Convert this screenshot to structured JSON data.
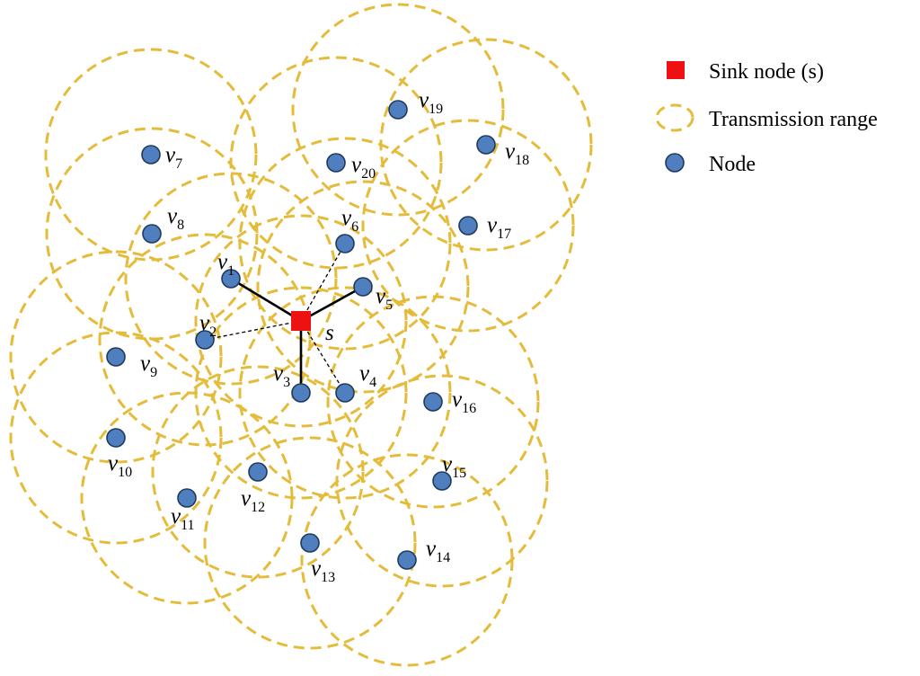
{
  "colors": {
    "sink": "#EE1111",
    "node_fill": "#4F7FBF",
    "node_stroke": "#1F3A5C",
    "range": "#E5BB3A"
  },
  "legend": {
    "sink_label": "Sink node (s)",
    "range_label": "Transmission range",
    "node_label": "Node"
  },
  "sink": {
    "label": "s"
  },
  "nodes": [
    {
      "id": "v1",
      "letter": "v",
      "sub": "1",
      "link": "solid"
    },
    {
      "id": "v2",
      "letter": "v",
      "sub": "2",
      "link": "dashed"
    },
    {
      "id": "v3",
      "letter": "v",
      "sub": "3",
      "link": "solid"
    },
    {
      "id": "v4",
      "letter": "v",
      "sub": "4",
      "link": "dashed"
    },
    {
      "id": "v5",
      "letter": "v",
      "sub": "5",
      "link": "solid"
    },
    {
      "id": "v6",
      "letter": "v",
      "sub": "6",
      "link": "dashed"
    },
    {
      "id": "v7",
      "letter": "v",
      "sub": "7",
      "link": "none"
    },
    {
      "id": "v8",
      "letter": "v",
      "sub": "8",
      "link": "none"
    },
    {
      "id": "v9",
      "letter": "v",
      "sub": "9",
      "link": "none"
    },
    {
      "id": "v10",
      "letter": "v",
      "sub": "10",
      "link": "none"
    },
    {
      "id": "v11",
      "letter": "v",
      "sub": "11",
      "link": "none"
    },
    {
      "id": "v12",
      "letter": "v",
      "sub": "12",
      "link": "none"
    },
    {
      "id": "v13",
      "letter": "v",
      "sub": "13",
      "link": "none"
    },
    {
      "id": "v14",
      "letter": "v",
      "sub": "14",
      "link": "none"
    },
    {
      "id": "v15",
      "letter": "v",
      "sub": "15",
      "link": "none"
    },
    {
      "id": "v16",
      "letter": "v",
      "sub": "16",
      "link": "none"
    },
    {
      "id": "v17",
      "letter": "v",
      "sub": "17",
      "link": "none"
    },
    {
      "id": "v18",
      "letter": "v",
      "sub": "18",
      "link": "none"
    },
    {
      "id": "v19",
      "letter": "v",
      "sub": "19",
      "link": "none"
    },
    {
      "id": "v20",
      "letter": "v",
      "sub": "20",
      "link": "none"
    }
  ]
}
